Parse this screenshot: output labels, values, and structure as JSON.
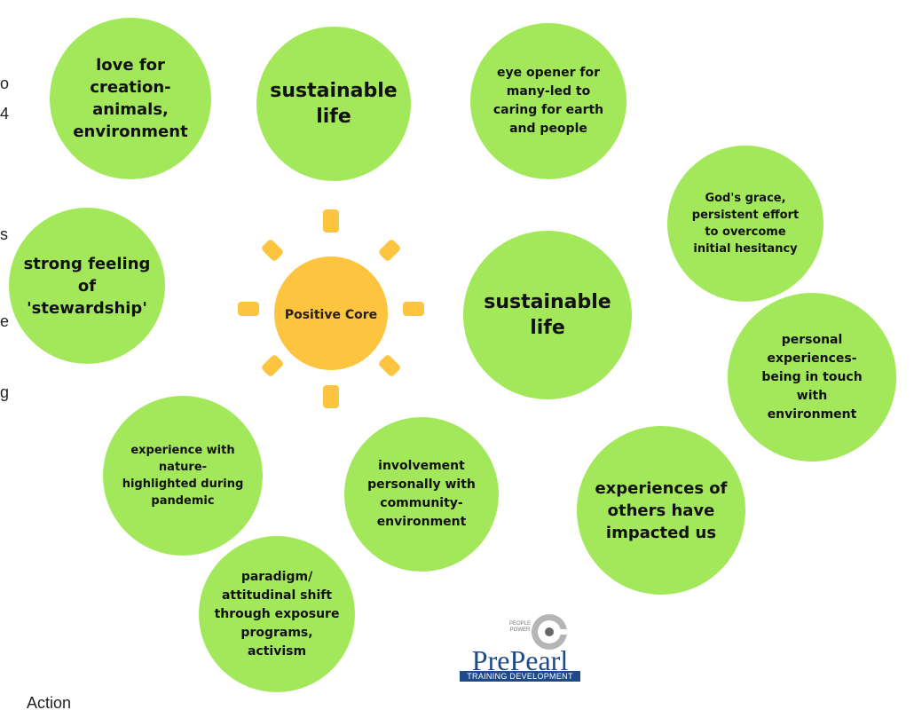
{
  "center": {
    "label": "Positive Core"
  },
  "side_fragments": {
    "a": "o",
    "b": "4",
    "c": "s",
    "d": "e",
    "e": "g",
    "f": "Action"
  },
  "bubbles": [
    {
      "text": "love for\ncreation-\nanimals,\nenvironment"
    },
    {
      "text": "sustainable\nlife"
    },
    {
      "text": "eye opener for\nmany-led to\ncaring for earth\nand people"
    },
    {
      "text": "God's grace,\npersistent effort\nto overcome\ninitial hesitancy"
    },
    {
      "text": "strong feeling\nof\n'stewardship'"
    },
    {
      "text": "sustainable\nlife"
    },
    {
      "text": "personal\nexperiences-\nbeing in touch\nwith\nenvironment"
    },
    {
      "text": "experience with\nnature-\nhighlighted during\npandemic"
    },
    {
      "text": "involvement\npersonally with\ncommunity-\nenvironment"
    },
    {
      "text": "experiences of\nothers have\nimpacted us"
    },
    {
      "text": "paradigm/\nattitudinal shift\nthrough exposure\nprograms,\nactivism"
    }
  ],
  "logo": {
    "tagline": "PEOPLE POWER",
    "name": "PrePearl",
    "subtitle": "TRAINING DEVELOPMENT"
  },
  "colors": {
    "bubble": "#a3e85a",
    "sun_core": "#fdc43f",
    "sun_rays": "#fdc43f",
    "logo_blue": "#1f4a8a"
  }
}
